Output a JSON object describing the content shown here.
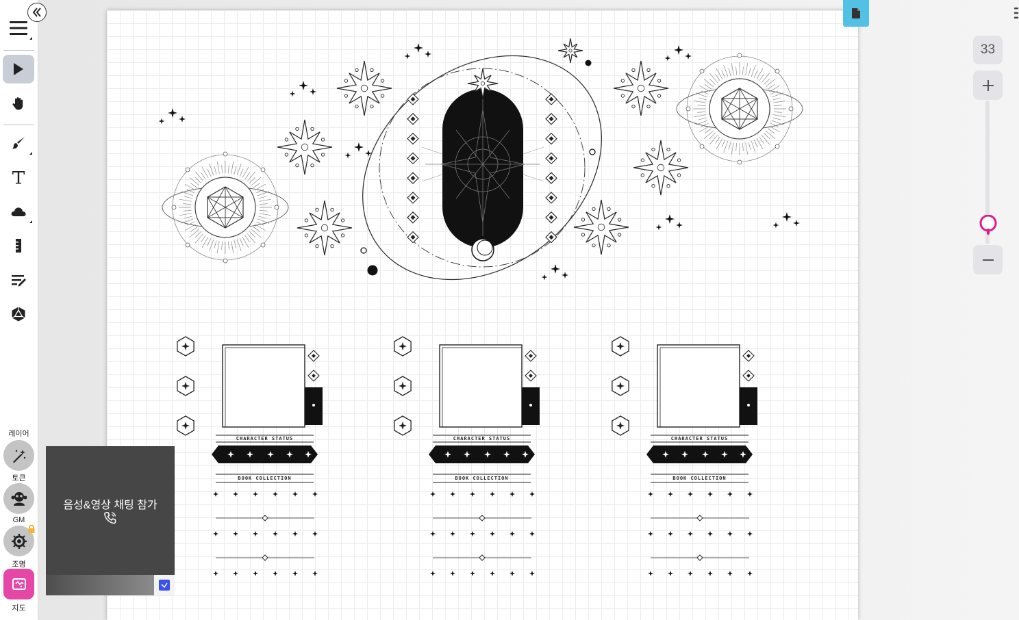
{
  "toolbar": {
    "tools": [
      "menu",
      "select",
      "pan",
      "draw",
      "text",
      "fog",
      "measure",
      "notes",
      "dice"
    ],
    "layers": {
      "layer_heading": "레이어",
      "token": "토큰",
      "gm": "GM",
      "lighting": "조명",
      "map": "지도"
    }
  },
  "zoom": {
    "level": "33",
    "slider_fraction": 0.15
  },
  "voice_chat": {
    "join_label": "음성&영상 채팅 참가"
  },
  "board": {
    "cards": [
      {
        "status_label": "CHARACTER STATUS",
        "collection_label": "BOOK COLLECTION"
      },
      {
        "status_label": "CHARACTER STATUS",
        "collection_label": "BOOK COLLECTION"
      },
      {
        "status_label": "CHARACTER STATUS",
        "collection_label": "BOOK COLLECTION"
      }
    ]
  },
  "colors": {
    "document_button": "#53c1e3",
    "zoom_handle": "#e01a8c",
    "map_layer": "#e447a6",
    "checkbox": "#3a52ee"
  }
}
